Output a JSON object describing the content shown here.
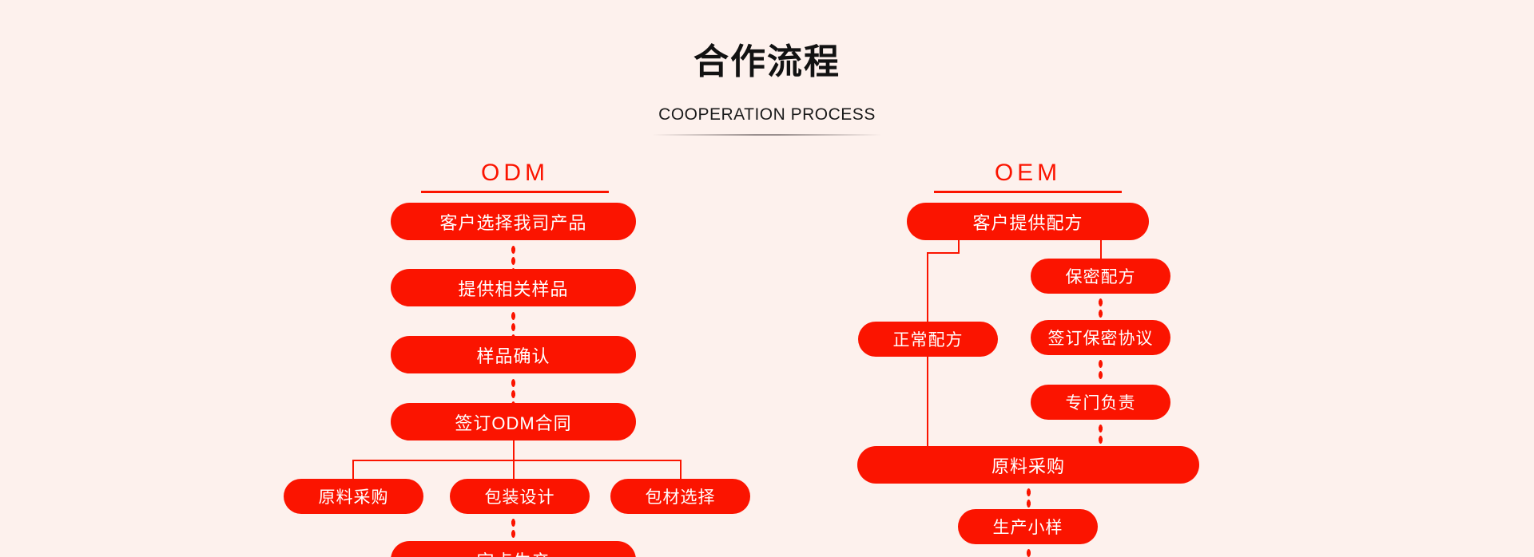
{
  "header": {
    "title": "合作流程",
    "subtitle": "COOPERATION PROCESS"
  },
  "colors": {
    "background": "#fdf1ed",
    "accent_red": "#fb1400",
    "title_text": "#121212",
    "pill_text": "#ffffff"
  },
  "columns": [
    {
      "id": "odm",
      "label": "ODM",
      "steps": [
        "客户选择我司产品",
        "提供相关样品",
        "样品确认",
        "签订ODM合同"
      ],
      "branch_row": [
        "原料采购",
        "包装设计",
        "包材选择"
      ],
      "cut_off_step": "定点生产"
    },
    {
      "id": "oem",
      "label": "OEM",
      "steps": [
        "客户提供配方"
      ],
      "left_branch": [
        "正常配方"
      ],
      "right_branch": [
        "保密配方",
        "签订保密协议",
        "专门负责"
      ],
      "merge_step": "原料采购",
      "after_merge": [
        "生产小样"
      ]
    }
  ]
}
